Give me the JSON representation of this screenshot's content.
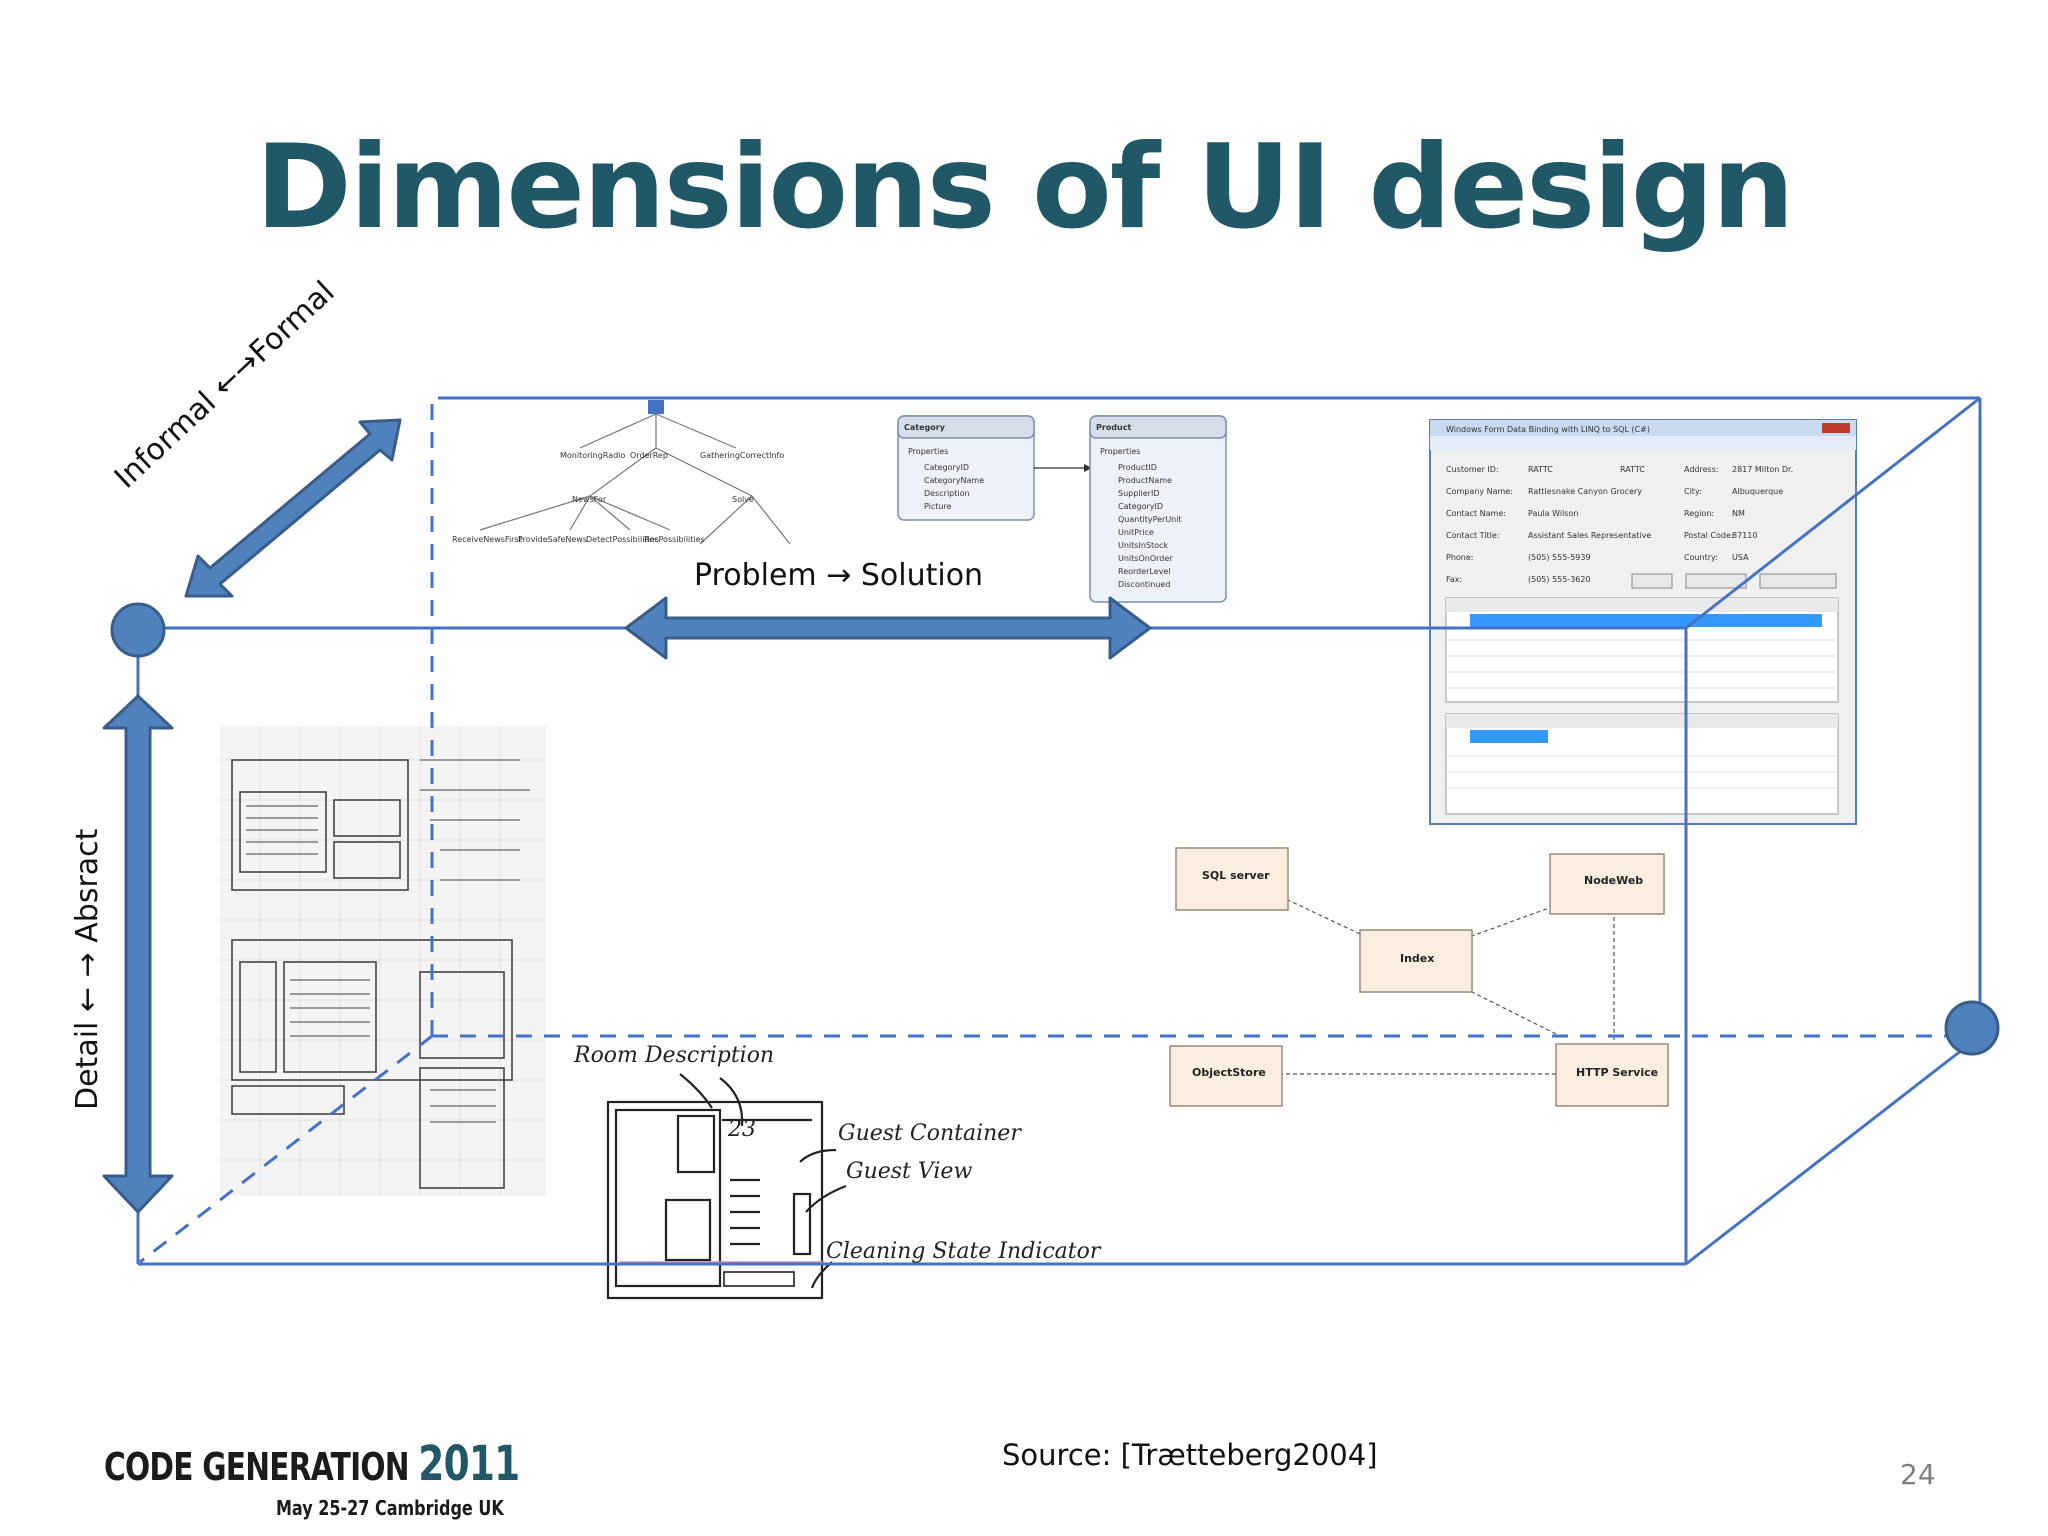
{
  "slide": {
    "title": "Dimensions of UI design",
    "axes": {
      "informal_formal": "Informal ←→Formal",
      "problem_solution": "Problem → Solution",
      "detail_abstract": "Detail ← → Absract"
    },
    "source": "Source: [Trætteberg2004]",
    "page_number": "24",
    "logo": {
      "line1": "CODE GENERATION",
      "year": "2011",
      "line2": "May 25-27 Cambridge UK"
    },
    "colors": {
      "title": "#215867",
      "cube": "#4472c4",
      "arrow": "#4f81bd",
      "arrow_outline": "#385d8a"
    }
  },
  "thumbnails": {
    "uml_components": [
      "SQL server",
      "NodeWeb",
      "Index",
      "ObjectStore",
      "HTTP Service"
    ],
    "sketch_labels": [
      "Room Description",
      "23",
      "Guest Container",
      "Guest View",
      "Cleaning State Indicator"
    ],
    "er_entities": [
      {
        "name": "Category",
        "fields": [
          "CategoryID",
          "CategoryName",
          "Description",
          "Picture"
        ]
      },
      {
        "name": "Product",
        "fields": [
          "ProductID",
          "ProductName",
          "SupplierID",
          "CategoryID",
          "QuantityPerUnit",
          "UnitPrice",
          "UnitsInStock",
          "UnitsOnOrder",
          "ReorderLevel",
          "Discontinued"
        ]
      }
    ],
    "window_title": "Windows Form Data Binding with LINQ to SQL (C#)"
  }
}
